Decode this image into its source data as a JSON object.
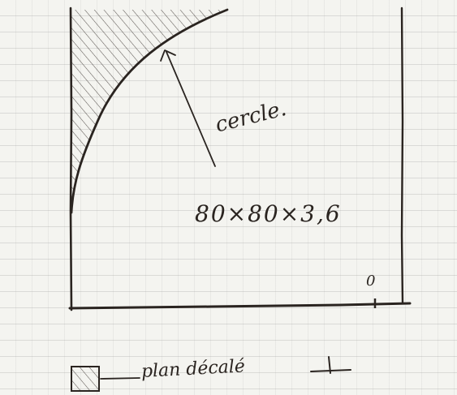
{
  "diagram": {
    "pointer_label": "cercle.",
    "dimensions": "80×80×3,6",
    "corner_mark": "0",
    "legend": {
      "label": "plan décalé",
      "symbol": "⊥"
    }
  },
  "colors": {
    "ink": "#2a2420",
    "paper": "#f4f4f0",
    "grid": "#9a9a9a"
  }
}
